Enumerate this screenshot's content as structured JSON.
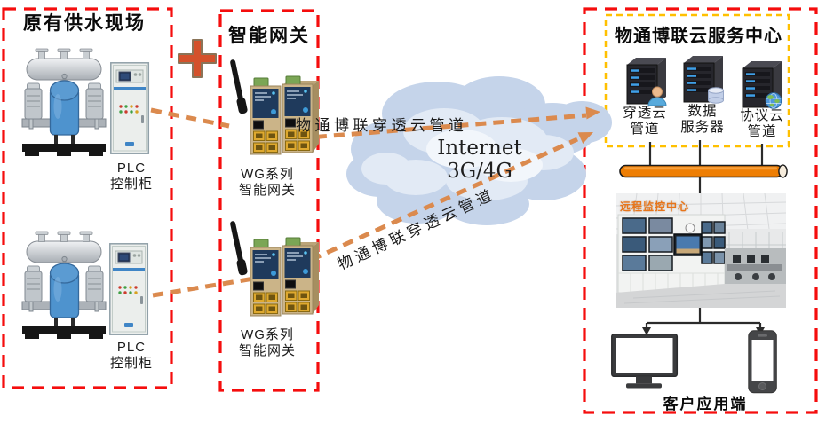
{
  "site_box": {
    "title": "原有供水现场",
    "plc_label": [
      "PLC",
      "控制柜"
    ]
  },
  "gateway_box": {
    "title": "智能网关",
    "device_label": [
      "WG系列",
      "智能网关"
    ]
  },
  "internet_cloud": {
    "line1": "Internet",
    "line2": "3G/4G"
  },
  "tunnel_labels": {
    "top": "物通博联穿透云管道",
    "bottom": "物通博联穿透云管道"
  },
  "cloud_service_box": {
    "title": "物通博联云服务中心",
    "servers": [
      {
        "label": [
          "穿透云",
          "管道"
        ]
      },
      {
        "label": [
          "数据",
          "服务器"
        ]
      },
      {
        "label": [
          "协议云",
          "管道"
        ]
      }
    ],
    "monitor_room_caption": "远程监控中心",
    "client_label": "客户应用端"
  },
  "colors": {
    "box_border_red": "#f50d0d",
    "inner_border_yellow": "#ffc000",
    "arrow_orange": "#db8a4e",
    "pipe_orange": "#ee7e04",
    "plus_red": "#d4512b",
    "cloud_blue": "#c5d4ea",
    "caption_orange": "#e8751a"
  }
}
